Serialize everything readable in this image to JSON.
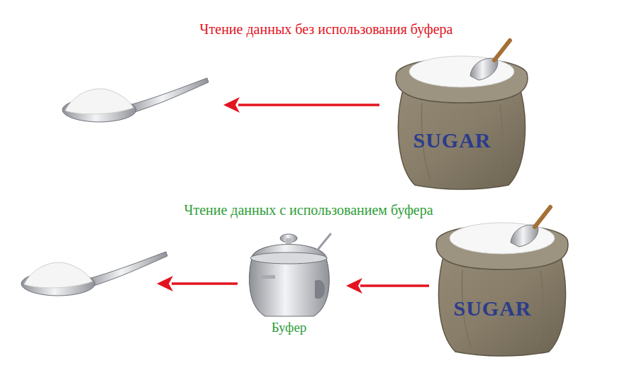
{
  "diagram": {
    "nodes": [
      {
        "text": [
          "SUGAR"
        ]
      },
      {
        "text": [
          "Буфер"
        ]
      },
      {
        "text": [
          "SUGAR"
        ]
      }
    ],
    "edges": [
      {
        "from": 2,
        "to": 1,
        "arrow": "to"
      }
    ],
    "labels": [
      "Чтение данных без использования буфера",
      "Чтение данных с использованием буфера"
    ]
  }
}
